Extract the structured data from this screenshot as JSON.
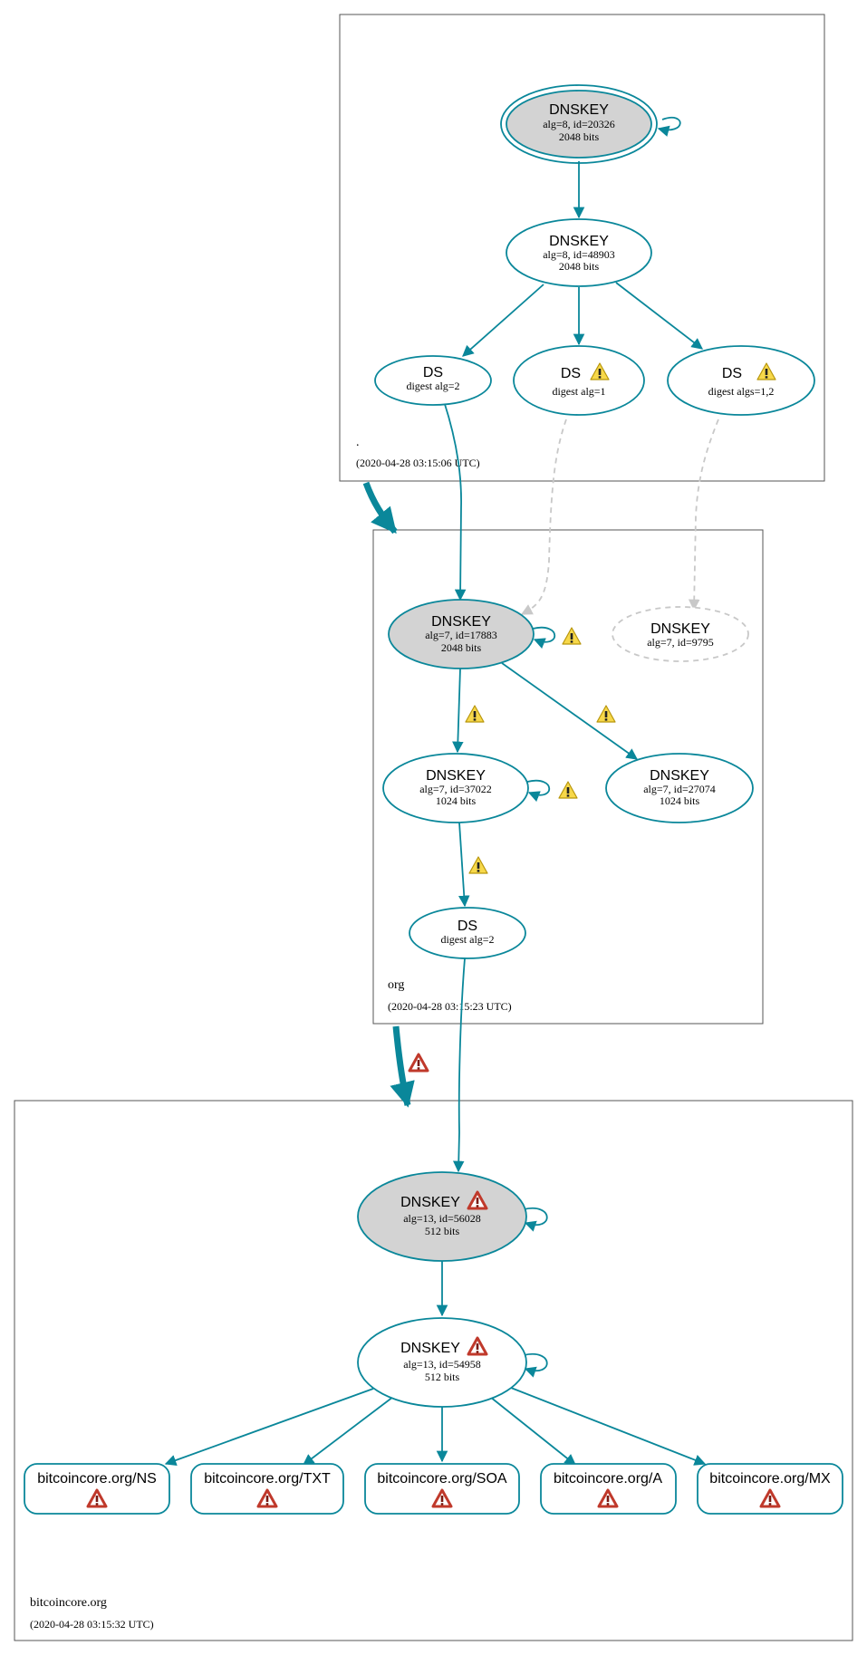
{
  "zones": {
    "root": {
      "name": ".",
      "timestamp": "(2020-04-28 03:15:06 UTC)"
    },
    "org": {
      "name": "org",
      "timestamp": "(2020-04-28 03:15:23 UTC)"
    },
    "bitcoincore": {
      "name": "bitcoincore.org",
      "timestamp": "(2020-04-28 03:15:32 UTC)"
    }
  },
  "nodes": {
    "root_ksk": {
      "title": "DNSKEY",
      "line1": "alg=8, id=20326",
      "line2": "2048 bits"
    },
    "root_zsk": {
      "title": "DNSKEY",
      "line1": "alg=8, id=48903",
      "line2": "2048 bits"
    },
    "root_ds_a": {
      "title": "DS",
      "line1": "digest alg=2"
    },
    "root_ds_b": {
      "title": "DS",
      "line1": "digest alg=1"
    },
    "root_ds_c": {
      "title": "DS",
      "line1": "digest algs=1,2"
    },
    "org_ksk": {
      "title": "DNSKEY",
      "line1": "alg=7, id=17883",
      "line2": "2048 bits"
    },
    "org_missing": {
      "title": "DNSKEY",
      "line1": "alg=7, id=9795"
    },
    "org_zsk1": {
      "title": "DNSKEY",
      "line1": "alg=7, id=37022",
      "line2": "1024 bits"
    },
    "org_zsk2": {
      "title": "DNSKEY",
      "line1": "alg=7, id=27074",
      "line2": "1024 bits"
    },
    "org_ds": {
      "title": "DS",
      "line1": "digest alg=2"
    },
    "bc_ksk": {
      "title": "DNSKEY",
      "line1": "alg=13, id=56028",
      "line2": "512 bits"
    },
    "bc_zsk": {
      "title": "DNSKEY",
      "line1": "alg=13, id=54958",
      "line2": "512 bits"
    },
    "rr_ns": {
      "title": "bitcoincore.org/NS"
    },
    "rr_txt": {
      "title": "bitcoincore.org/TXT"
    },
    "rr_soa": {
      "title": "bitcoincore.org/SOA"
    },
    "rr_a": {
      "title": "bitcoincore.org/A"
    },
    "rr_mx": {
      "title": "bitcoincore.org/MX"
    }
  },
  "colors": {
    "edge": "#0a879a",
    "dashed": "#c8c8c8",
    "key_fill": "#d3d3d3",
    "warning": "#f1c40f",
    "error": "#c0392b"
  }
}
